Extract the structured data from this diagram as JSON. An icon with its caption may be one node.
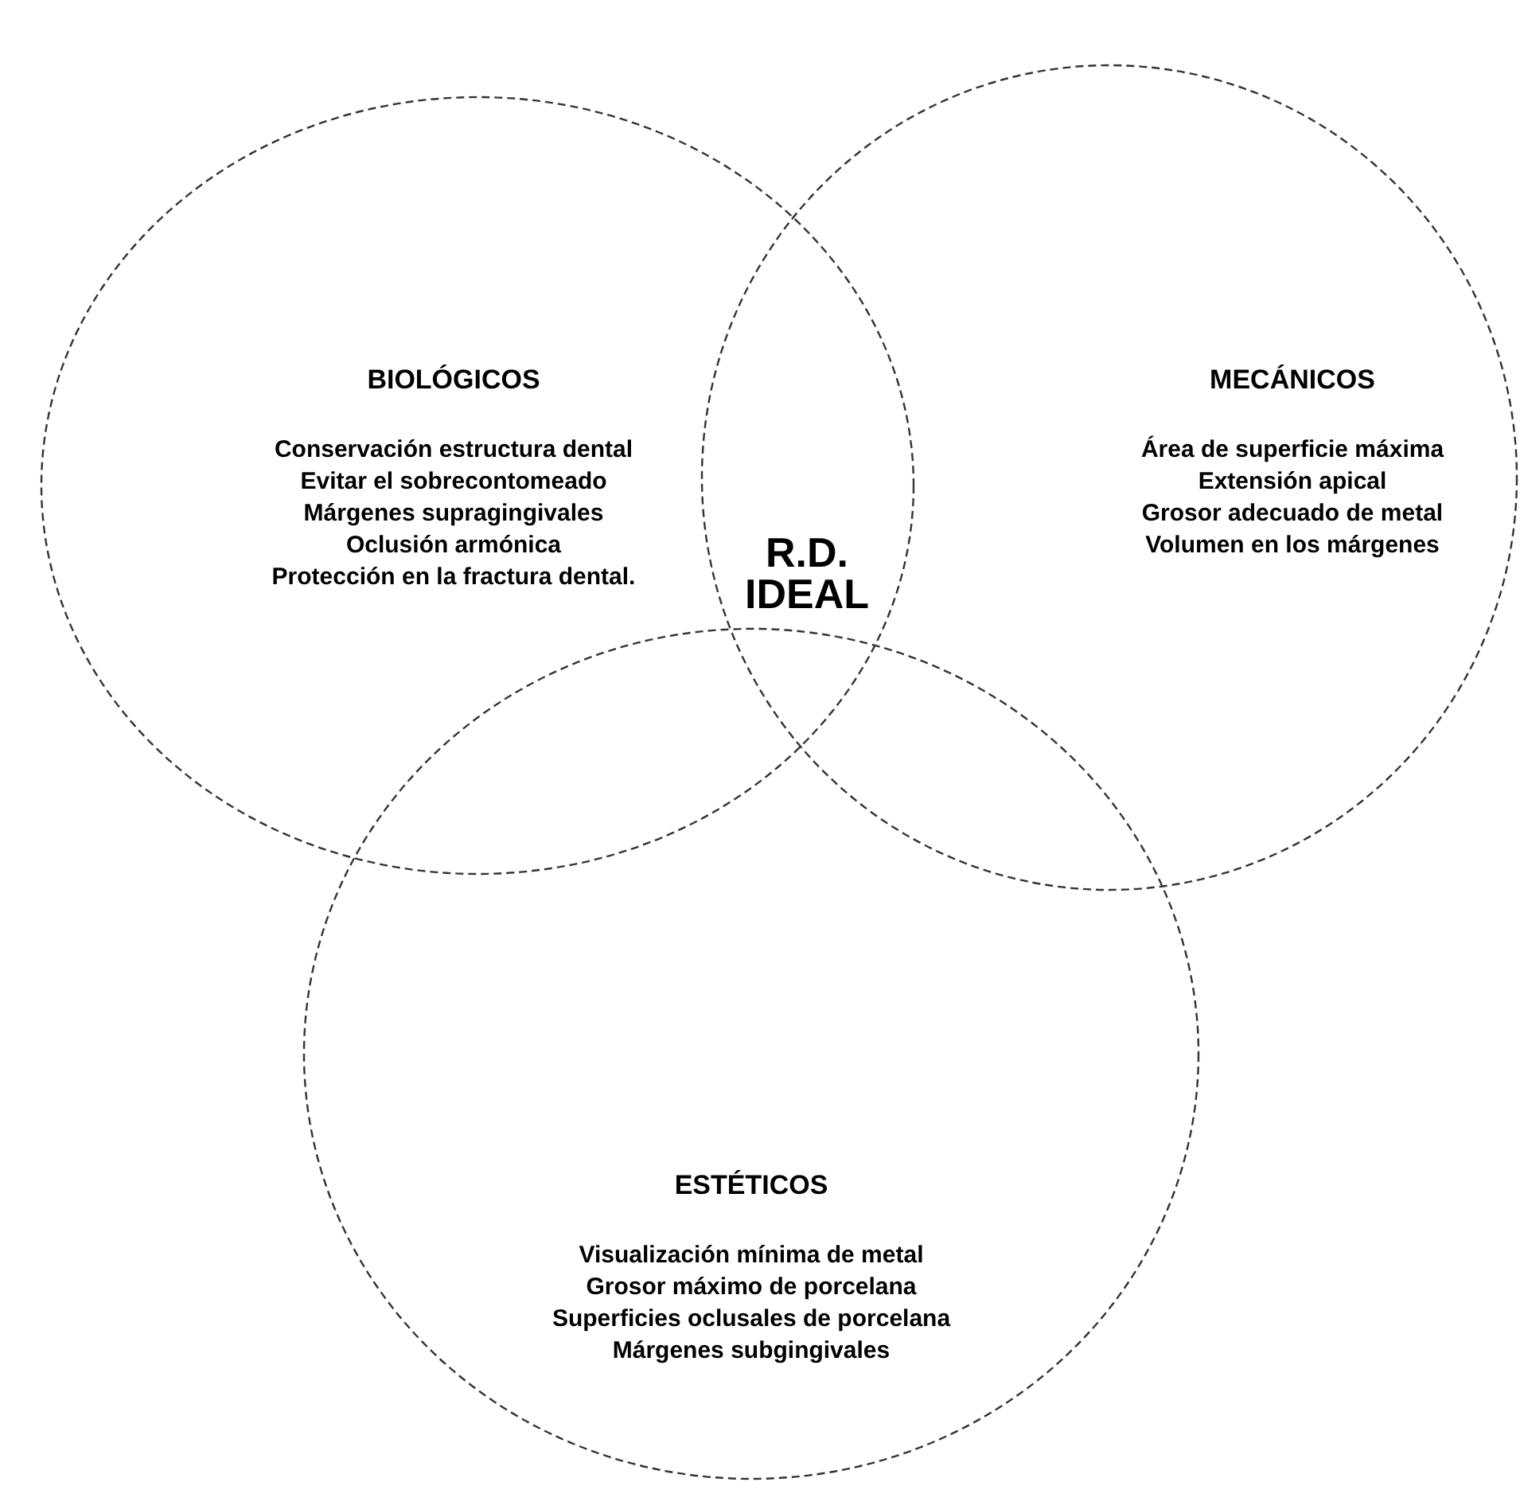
{
  "diagram": {
    "nodes": [
      {
        "text": [
          "BIOLÓGICOS",
          "Conservación estructura dental",
          "Evitar el sobrecontomeado",
          "Márgenes supragingivales",
          "Oclusión armónica",
          "Protección en la fractura dental."
        ]
      },
      {
        "text": [
          "MECÁNICOS",
          "Área de superficie máxima",
          "Extensión apical",
          "Grosor adecuado de metal",
          "Volumen en los márgenes"
        ]
      },
      {
        "text": [
          "ESTÉTICOS",
          "Visualización mínima de metal",
          "Grosor máximo de porcelana",
          "Superficies oclusales de porcelana",
          "Márgenes subgingivales"
        ]
      }
    ],
    "labels": [
      "R.D. IDEAL"
    ]
  }
}
